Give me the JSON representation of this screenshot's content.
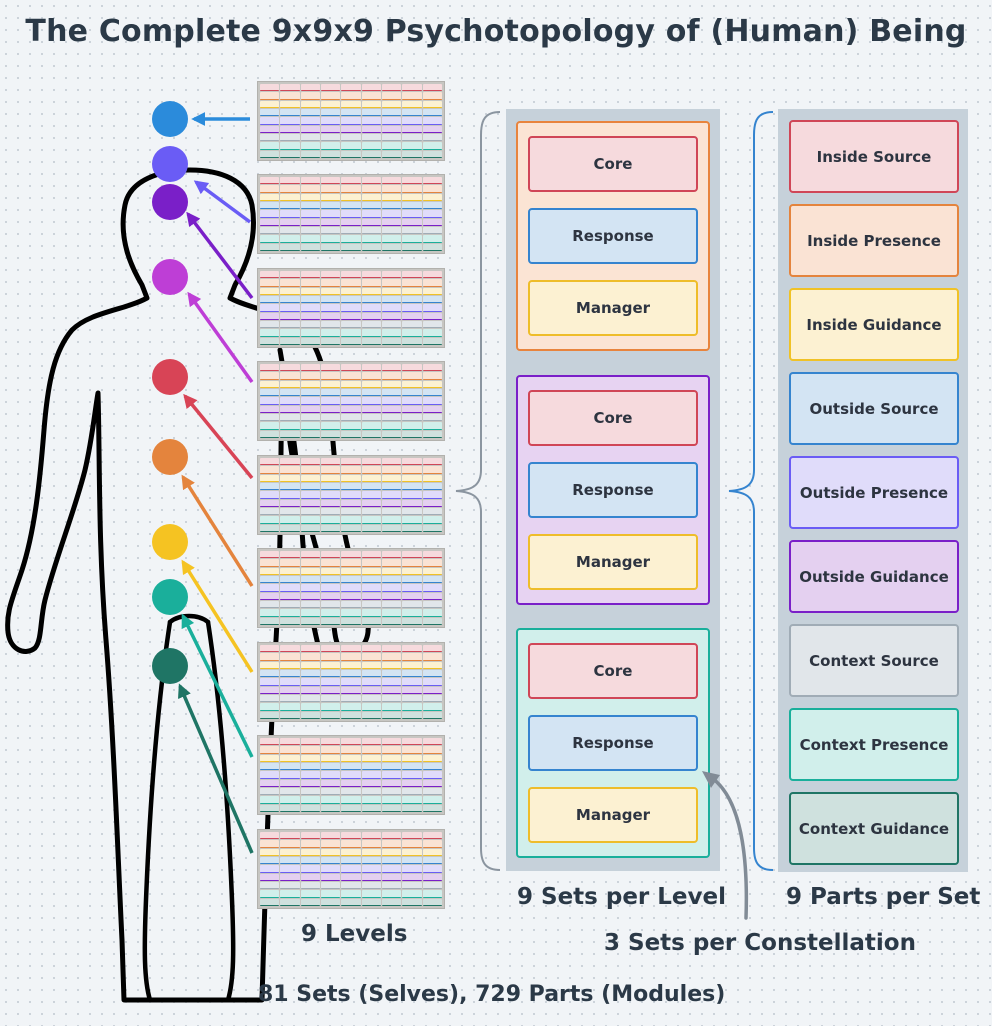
{
  "title": "The Complete 9x9x9 Psychotopology of (Human) Being",
  "chakra_colors": [
    "#2b8bdb",
    "#6a5cf5",
    "#7a1fc8",
    "#be3ed6",
    "#d84456",
    "#e4843d",
    "#f5c322",
    "#1aaf9b",
    "#1f7565"
  ],
  "set_groups": [
    {
      "bg": "#fbe4d4",
      "border": "#e8843d",
      "parts": [
        "Core",
        "Response",
        "Manager"
      ]
    },
    {
      "bg": "#e7d3f2",
      "border": "#7a1fc8",
      "parts": [
        "Core",
        "Response",
        "Manager"
      ]
    },
    {
      "bg": "#d1efeb",
      "border": "#1aaf9b",
      "parts": [
        "Core",
        "Response",
        "Manager"
      ]
    }
  ],
  "part_styles": {
    "Core": {
      "bg": "#f6dadd",
      "border": "#d04657"
    },
    "Response": {
      "bg": "#d3e4f3",
      "border": "#3584cf"
    },
    "Manager": {
      "bg": "#fcf1d2",
      "border": "#eebd2a"
    }
  },
  "right_parts": [
    {
      "label": "Inside Source",
      "bg": "#f6dadd",
      "border": "#d04657"
    },
    {
      "label": "Inside Presence",
      "bg": "#fae3d4",
      "border": "#e4843d"
    },
    {
      "label": "Inside Guidance",
      "bg": "#fcf1d2",
      "border": "#f0c226"
    },
    {
      "label": "Outside Source",
      "bg": "#d3e4f3",
      "border": "#3584cf"
    },
    {
      "label": "Outside Presence",
      "bg": "#e0dcfa",
      "border": "#6a5cf5"
    },
    {
      "label": "Outside Guidance",
      "bg": "#e4d0f0",
      "border": "#7a1fc8"
    },
    {
      "label": "Context Source",
      "bg": "#e1e6ea",
      "border": "#a0acb6"
    },
    {
      "label": "Context Presence",
      "bg": "#d1efeb",
      "border": "#1aaf9b"
    },
    {
      "label": "Context Guidance",
      "bg": "#cfe1de",
      "border": "#1f7565"
    }
  ],
  "labels": {
    "levels": "9 Levels",
    "sets_per_level": "9 Sets per Level",
    "parts_per_set": "9 Parts per Set",
    "sets_per_constellation": "3 Sets per Constellation",
    "totals": "81 Sets (Selves), 729 Parts (Modules)"
  }
}
